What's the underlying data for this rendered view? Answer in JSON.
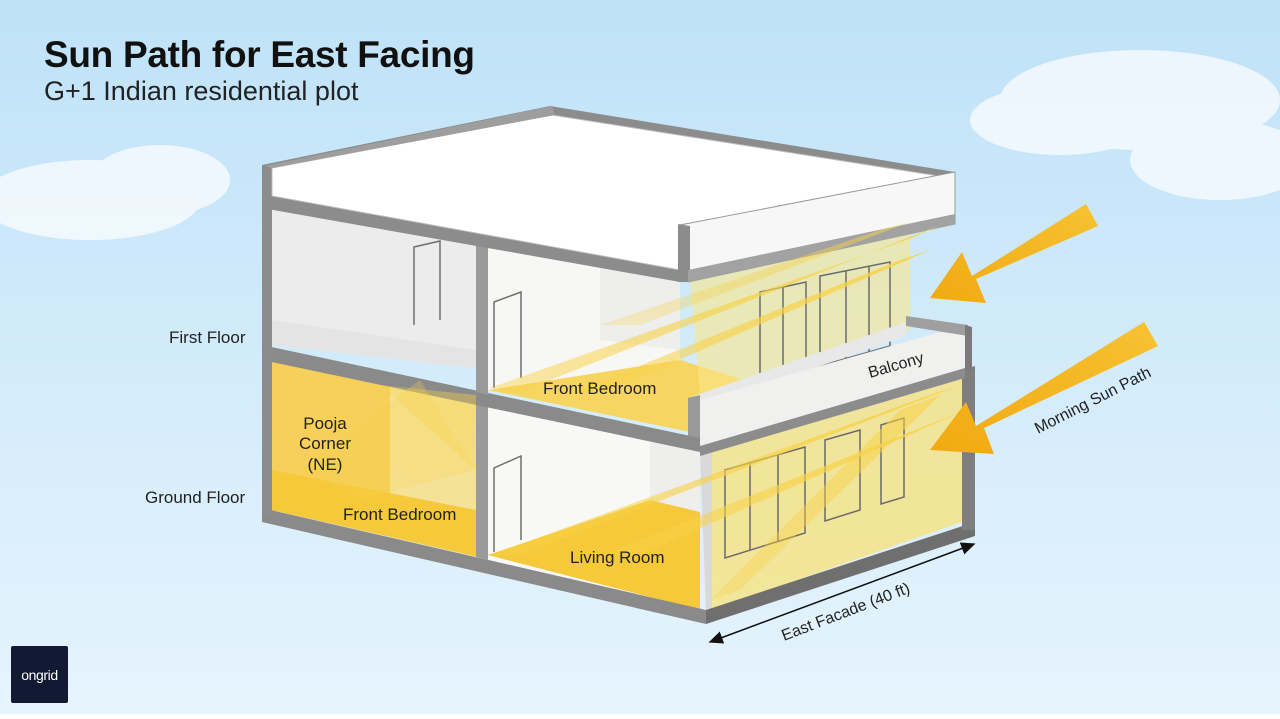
{
  "header": {
    "title": "Sun Path for East Facing",
    "subtitle": "G+1 Indian residential plot"
  },
  "labels": {
    "first_floor": "First Floor",
    "ground_floor": "Ground Floor",
    "front_bedroom_first": "Front Bedroom",
    "balcony": "Balcony",
    "pooja_line1": "Pooja",
    "pooja_line2": "Corner",
    "pooja_line3": "(NE)",
    "front_bedroom_ground": "Front Bedroom",
    "living_room": "Living Room",
    "morning_sun_path": "Morning Sun Path",
    "east_facade": "East Facade (40 ft)"
  },
  "logo": {
    "text": "ongrid"
  },
  "colors": {
    "sky_top": "#bfe2f8",
    "sky_bottom": "#e4f3fd",
    "wall_gray": "#8c8c8c",
    "floor_yellow": "#f7cd46",
    "light_yellow": "#fbe58a",
    "sun_arrow": "#f4b41f",
    "logo_bg": "#121a33"
  },
  "icons": {
    "sun_arrows": "arrow-icon",
    "dimension": "double-arrow-icon"
  }
}
